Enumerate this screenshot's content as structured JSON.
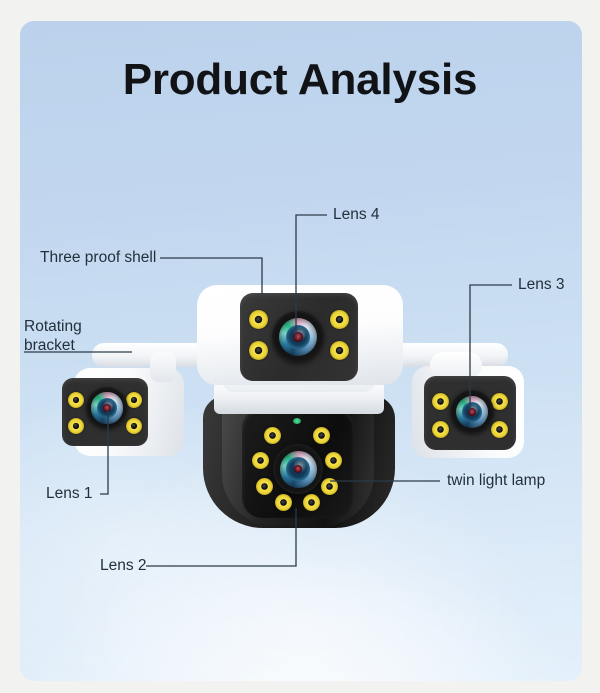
{
  "page": {
    "title": "Product Analysis",
    "background_color": "#f2f2f1",
    "panel_color": "#c5daf0"
  },
  "callouts": [
    {
      "id": "three-proof-shell",
      "label": "Three proof shell"
    },
    {
      "id": "rotating-bracket",
      "label": "Rotating\nbracket"
    },
    {
      "id": "lens-4",
      "label": "Lens 4"
    },
    {
      "id": "lens-3",
      "label": "Lens 3"
    },
    {
      "id": "lens-1",
      "label": "Lens 1"
    },
    {
      "id": "lens-2",
      "label": "Lens 2"
    },
    {
      "id": "twin-light-lamp",
      "label": "twin light lamp"
    }
  ],
  "product": {
    "modules": [
      {
        "id": "top-module",
        "lens_label": "Lens 4",
        "led_count": 4,
        "body_color": "#ffffff",
        "face_color": "#2f2f2f"
      },
      {
        "id": "left-module",
        "lens_label": "Lens 1",
        "led_count": 4,
        "body_color": "#ffffff",
        "face_color": "#2f2f2f"
      },
      {
        "id": "right-module",
        "lens_label": "Lens 3",
        "led_count": 4,
        "body_color": "#ffffff",
        "face_color": "#2f2f2f"
      },
      {
        "id": "center-module",
        "lens_label": "Lens 2",
        "led_count": 8,
        "body_color": "#1c1c1c",
        "face_color": "#121212"
      }
    ],
    "led_color": "#efdc45",
    "indicator_color": "#2fbf6a"
  },
  "leader_line_color": "#2b3b49"
}
